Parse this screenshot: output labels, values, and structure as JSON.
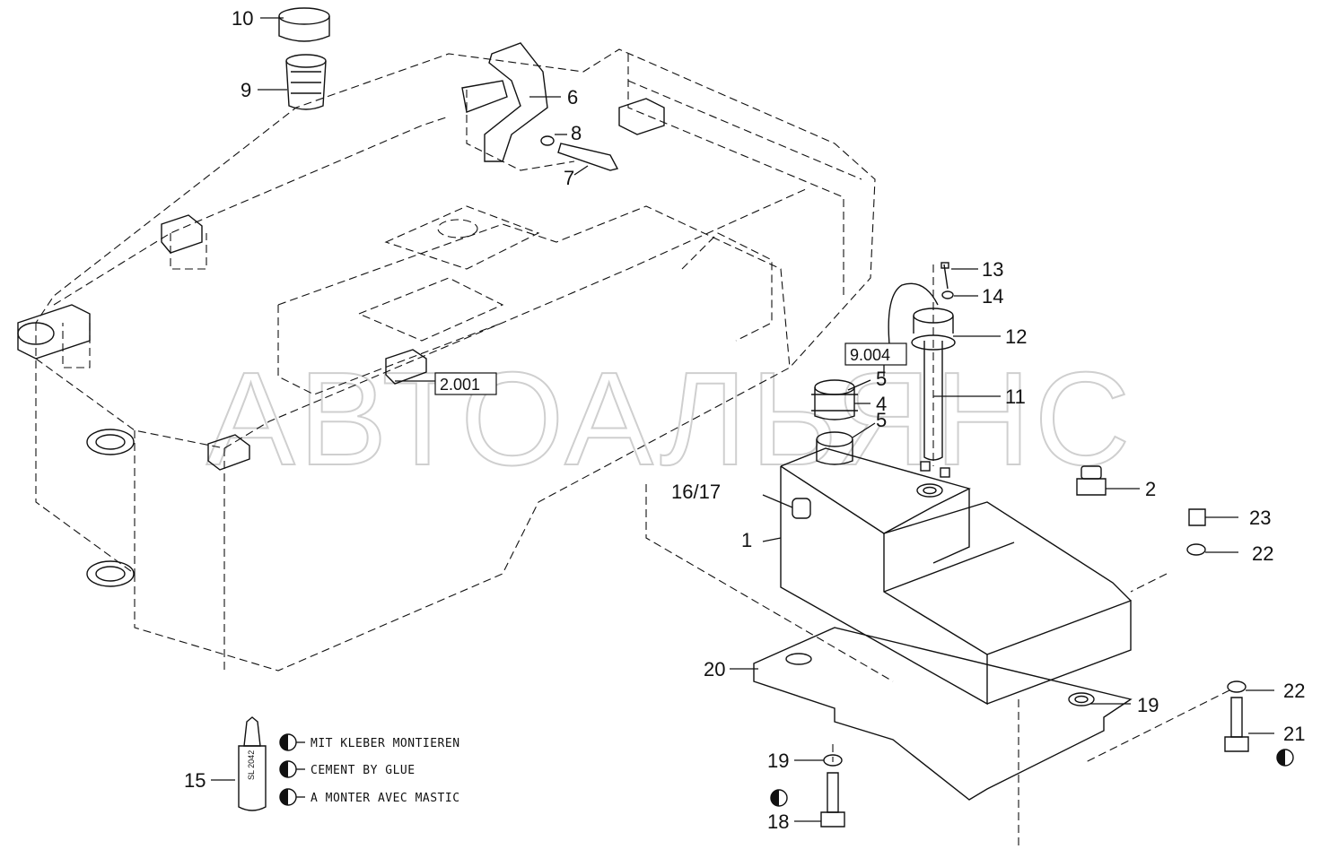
{
  "watermark": "АВТОАЛЬЯНС",
  "callouts": {
    "c1": "1",
    "c2": "2",
    "c4": "4",
    "c5a": "5",
    "c5b": "5",
    "c6": "6",
    "c7": "7",
    "c8": "8",
    "c9": "9",
    "c10": "10",
    "c11": "11",
    "c12": "12",
    "c13": "13",
    "c14": "14",
    "c15": "15",
    "c16_17": "16/17",
    "c18": "18",
    "c19a": "19",
    "c19b": "19",
    "c20": "20",
    "c21": "21",
    "c22a": "22",
    "c22b": "22",
    "c23": "23"
  },
  "references": {
    "frame_ref": "2.001",
    "sender_ref": "9.004"
  },
  "glue_tube_label": "SL 2042",
  "legend": [
    {
      "symbol": "half-filled-circle-icon",
      "text": "MIT KLEBER MONTIEREN"
    },
    {
      "symbol": "half-filled-circle-icon",
      "text": "CEMENT BY GLUE"
    },
    {
      "symbol": "half-filled-circle-icon",
      "text": "A MONTER AVEC MASTIC"
    }
  ]
}
